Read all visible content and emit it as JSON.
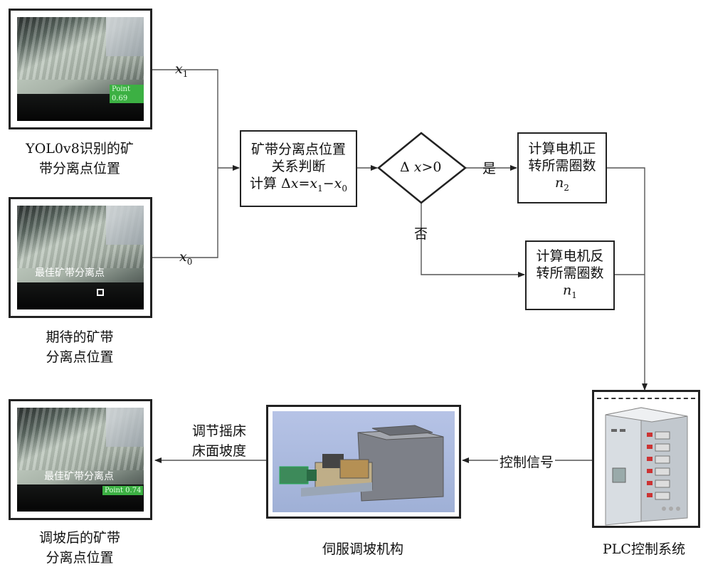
{
  "photo1": {
    "caption_line1": "YOL0v8识别的矿",
    "caption_line2": "带分离点位置",
    "point_label": "Point 0.69"
  },
  "photo2": {
    "caption_line1": "期待的矿带",
    "caption_line2": "分离点位置",
    "overlay": "最佳矿带分离点"
  },
  "photo3": {
    "caption_line1": "调坡后的矿带",
    "caption_line2": "分离点位置",
    "overlay": "最佳矿带分离点",
    "point_label": "Point 0.74"
  },
  "var_x1": {
    "base": "x",
    "sub": "1"
  },
  "var_x0": {
    "base": "x",
    "sub": "0"
  },
  "judge_box": {
    "line1": "矿带分离点位置",
    "line2": "关系判断",
    "line3_prefix": "计算 Δ",
    "line3_x": "x",
    "line3_mid": "=",
    "line3_x1": "x",
    "line3_s1": "1",
    "line3_minus": "−",
    "line3_x0": "x",
    "line3_s0": "0"
  },
  "decision": {
    "prefix": "Δ",
    "var": "x",
    "cond": ">0"
  },
  "yes_label": "是",
  "no_label": "否",
  "forward_box": {
    "line1": "计算电机正",
    "line2": "转所需圈数",
    "n": "n",
    "sub": "2"
  },
  "reverse_box": {
    "line1": "计算电机反",
    "line2": "转所需圈数",
    "n": "n",
    "sub": "1"
  },
  "plc": {
    "caption": "PLC控制系统"
  },
  "signal_label": "控制信号",
  "servo": {
    "caption": "伺服调坡机构"
  },
  "adjust_label": {
    "line1": "调节摇床",
    "line2": "床面坡度"
  },
  "colors": {
    "line": "#555555",
    "border": "#222222",
    "cad_bg": "#a9b8dc",
    "label_green": "#3cb043"
  }
}
